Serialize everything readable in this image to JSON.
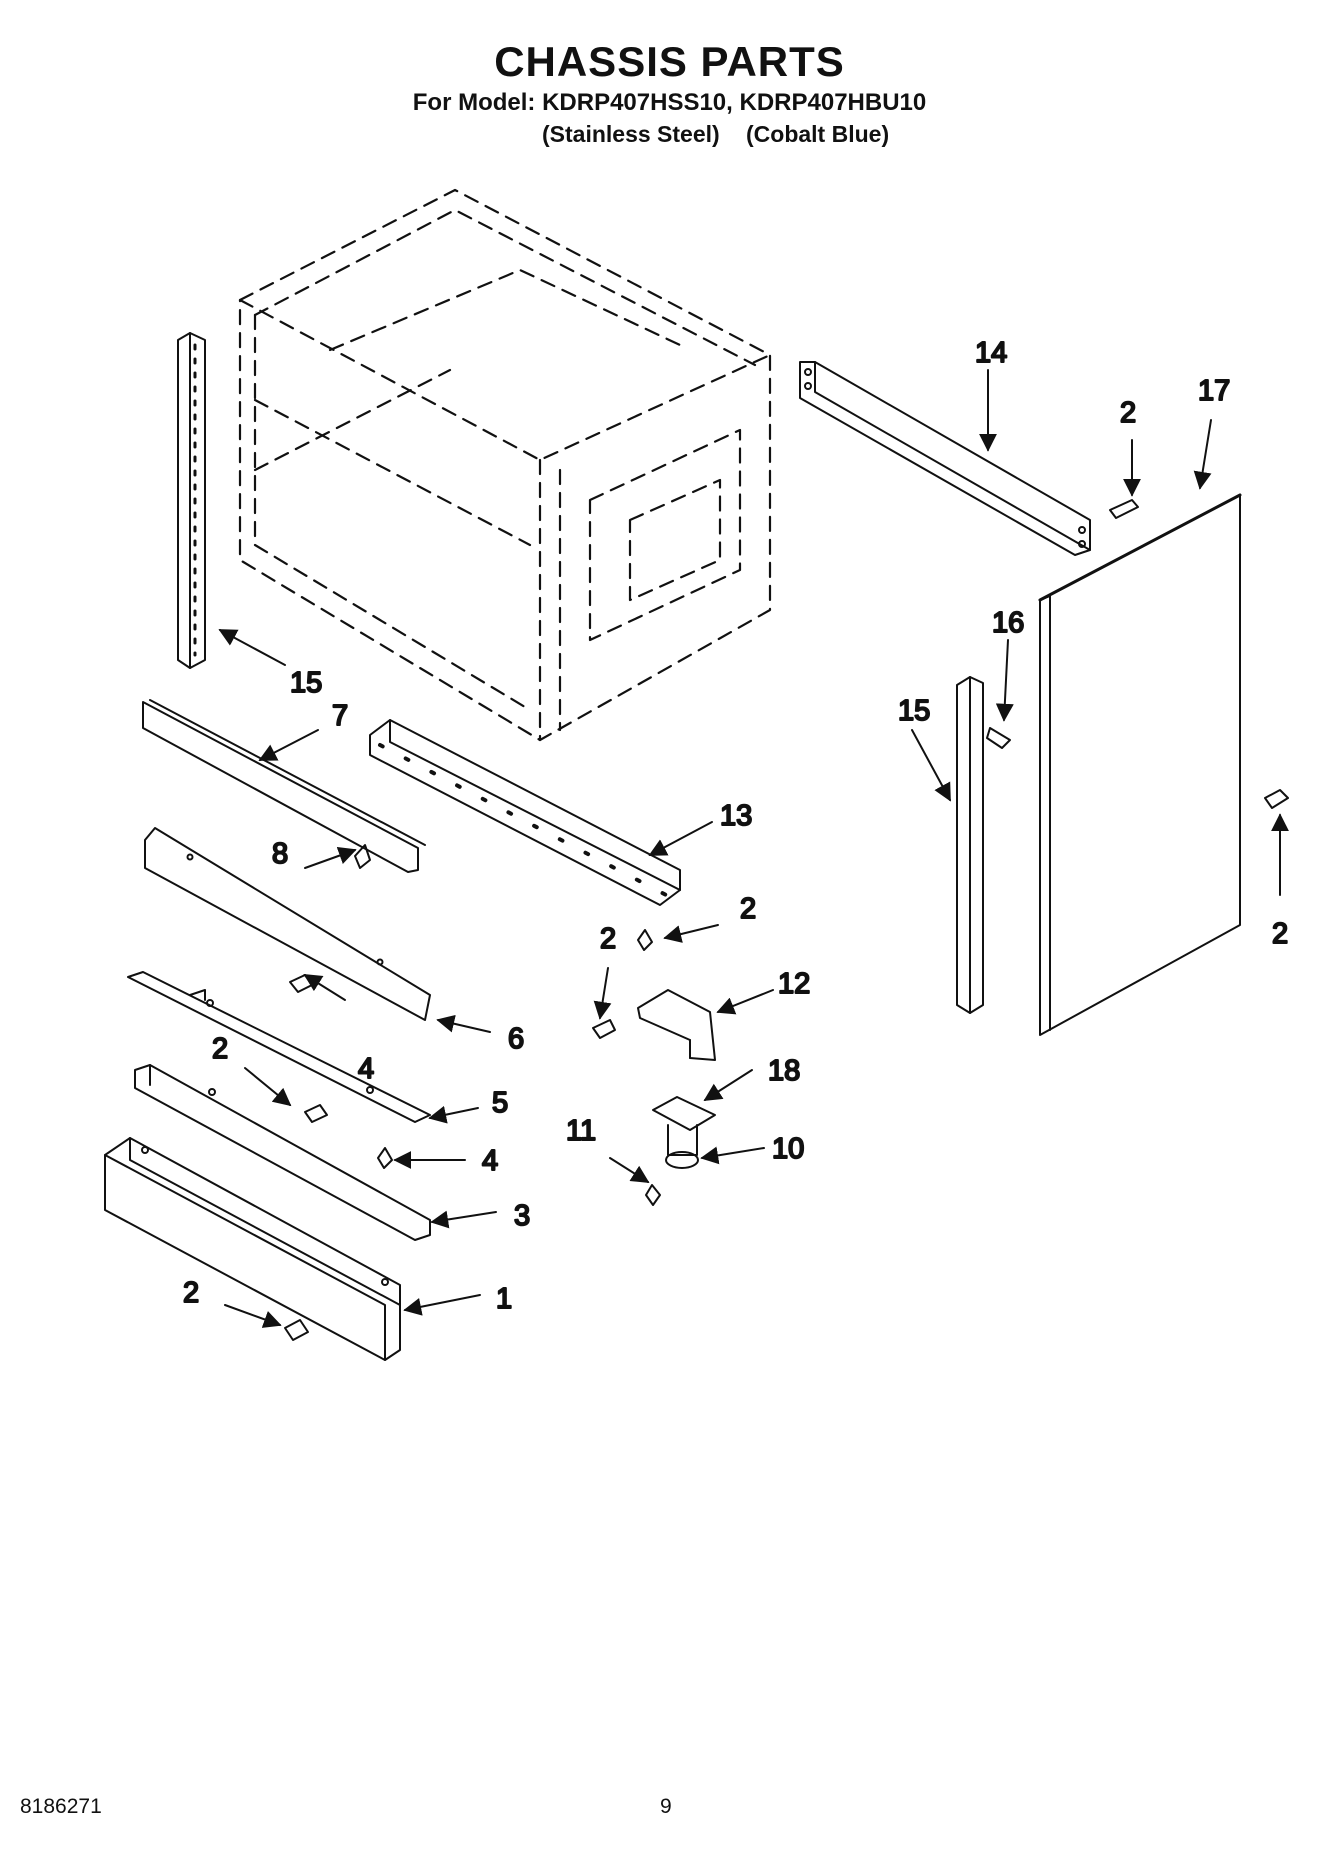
{
  "header": {
    "title": "CHASSIS PARTS",
    "model_line": "For Model: KDRP407HSS10, KDRP407HBU10",
    "variant_left": "(Stainless Steel)",
    "variant_right": "(Cobalt Blue)"
  },
  "callouts": [
    {
      "id": "c14",
      "text": "14"
    },
    {
      "id": "c17",
      "text": "17"
    },
    {
      "id": "c2a",
      "text": "2"
    },
    {
      "id": "c16",
      "text": "16"
    },
    {
      "id": "c15a",
      "text": "15"
    },
    {
      "id": "c15b",
      "text": "15"
    },
    {
      "id": "c7",
      "text": "7"
    },
    {
      "id": "c13",
      "text": "13"
    },
    {
      "id": "c8",
      "text": "8"
    },
    {
      "id": "c2b",
      "text": "2"
    },
    {
      "id": "c2c",
      "text": "2"
    },
    {
      "id": "c2d",
      "text": "2"
    },
    {
      "id": "c12",
      "text": "12"
    },
    {
      "id": "c6",
      "text": "6"
    },
    {
      "id": "c2e",
      "text": "2"
    },
    {
      "id": "c4a",
      "text": "4"
    },
    {
      "id": "c18",
      "text": "18"
    },
    {
      "id": "c5",
      "text": "5"
    },
    {
      "id": "c11",
      "text": "11"
    },
    {
      "id": "c10",
      "text": "10"
    },
    {
      "id": "c4b",
      "text": "4"
    },
    {
      "id": "c3",
      "text": "3"
    },
    {
      "id": "c2f",
      "text": "2"
    },
    {
      "id": "c1",
      "text": "1"
    }
  ],
  "footer": {
    "doc_number": "8186271",
    "page_number": "9"
  }
}
